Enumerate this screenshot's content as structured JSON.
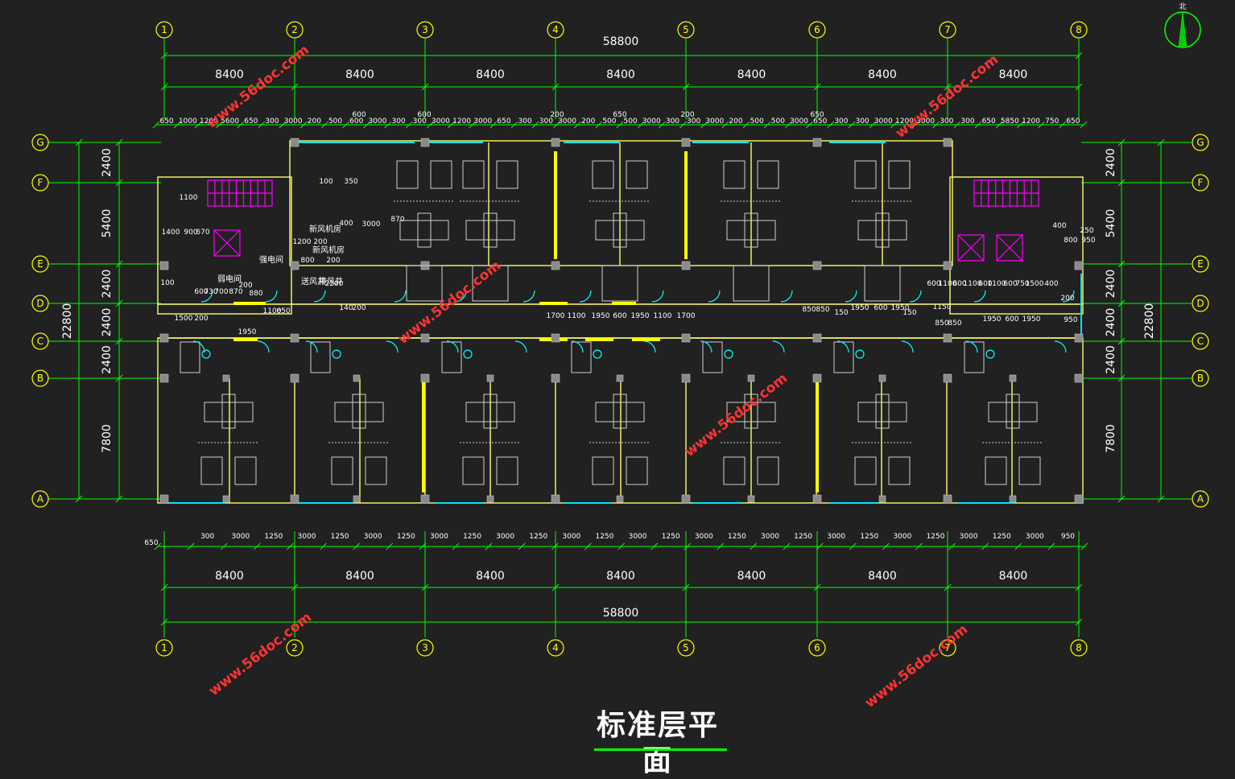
{
  "title": "标准层平面",
  "north_label": "北",
  "watermark": "www.56doc.com",
  "axes_vertical": [
    "1",
    "2",
    "3",
    "4",
    "5",
    "6",
    "7",
    "8"
  ],
  "axes_horizontal": [
    "G",
    "F",
    "E",
    "D",
    "C",
    "B",
    "A"
  ],
  "top_total": "58800",
  "bottom_total": "58800",
  "bay": "8400",
  "left_total": "22800",
  "right_total": "22800",
  "left_dims": [
    "2400",
    "5400",
    "2400",
    "2400",
    "2400",
    "7800"
  ],
  "right_dims": [
    "2400",
    "5400",
    "2400",
    "2400",
    "2400",
    "7800"
  ],
  "top_detail": [
    "650",
    "1000",
    "1200",
    "5600",
    "650",
    "300",
    "3000",
    "200",
    "500",
    "600",
    "3000",
    "300",
    "300",
    "3000",
    "1200",
    "3000",
    "650",
    "300",
    "300",
    "3000",
    "200",
    "500",
    "500",
    "3000",
    "300",
    "300",
    "3000",
    "200",
    "500",
    "500",
    "3000",
    "650",
    "300",
    "300",
    "3000",
    "1200",
    "3000",
    "300",
    "300",
    "650",
    "5850",
    "1200",
    "750",
    "650"
  ],
  "top_detail_extra": [
    "600",
    "600",
    "200",
    "650",
    "200",
    "650"
  ],
  "bottom_detail": [
    "650",
    "300",
    "3000",
    "1250",
    "3000",
    "1250",
    "3000",
    "1250",
    "3000",
    "1250",
    "3000",
    "1250",
    "3000",
    "1250",
    "3000",
    "1250",
    "3000",
    "1250",
    "3000",
    "1250",
    "3000",
    "1250",
    "3000",
    "1250",
    "3000",
    "1250",
    "3000",
    "950"
  ],
  "interior_dims": [
    "100",
    "350",
    "1400",
    "900",
    "670",
    "1200",
    "200",
    "800",
    "200",
    "2200",
    "600",
    "730",
    "700",
    "870",
    "200",
    "880",
    "1500",
    "200",
    "1100",
    "650",
    "140",
    "200",
    "1950",
    "1700",
    "1100",
    "1950",
    "600",
    "1950",
    "1100",
    "1700",
    "850",
    "850",
    "150",
    "1950",
    "600",
    "1950",
    "150",
    "1150",
    "850",
    "850",
    "1950",
    "600",
    "1950",
    "950",
    "600",
    "1100",
    "600",
    "1100",
    "600",
    "1100",
    "600",
    "750",
    "1500",
    "400",
    "200",
    "950",
    "800",
    "250",
    "400",
    "400",
    "3000",
    "870",
    "100",
    "1100"
  ],
  "rooms": [
    "强电间",
    "弱电间",
    "新风机房",
    "新风机房",
    "送风井",
    "排风井"
  ],
  "colors": {
    "background": "#212121",
    "axis": "#ffff00",
    "dimension": "#00ff00",
    "wall": "#ffff66",
    "window": "#00e5ff",
    "stair": "#ff00ff",
    "text": "#ffffff",
    "watermark": "#ff3333"
  }
}
